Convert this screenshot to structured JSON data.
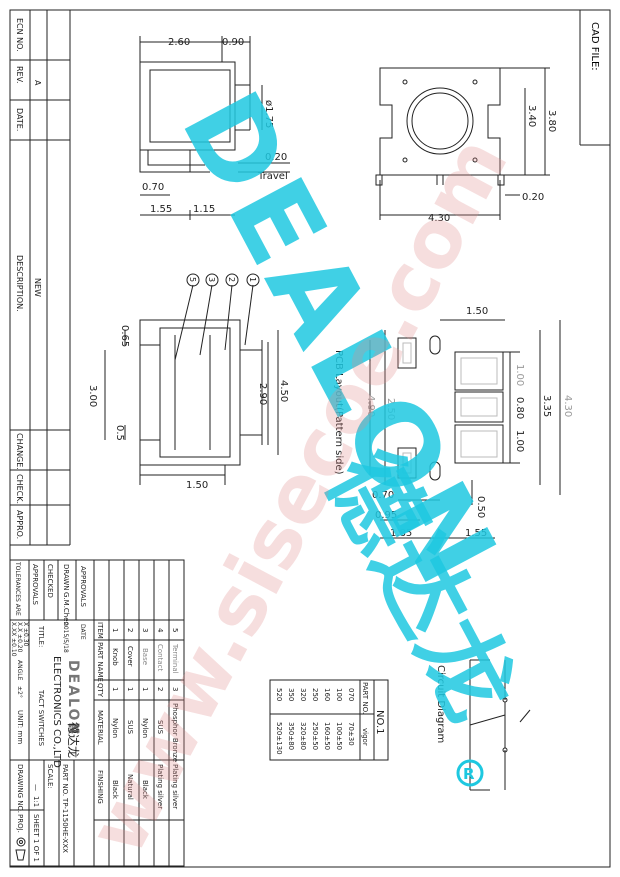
{
  "header": {
    "cad_file": "CAD FILE:"
  },
  "revision_block": {
    "ecn_label": "ECN NO.",
    "rev_label": "REV.",
    "rev_value": "A",
    "date_label": "DATE.",
    "new_label": "NEW",
    "description_label": "DESCRIPTION.",
    "change_label": "CHANGE.",
    "check_label": "CHECK.",
    "appro_label": "APPRO."
  },
  "top_view": {
    "dims": [
      "2.60",
      "0.90",
      "ø1.75",
      "0.20",
      "0.70",
      "1.55",
      "1.15"
    ],
    "travel_label": "Travel"
  },
  "front_view": {
    "dims": [
      "3.40",
      "3.80",
      "4.30",
      "0.20"
    ]
  },
  "side_view": {
    "callouts": [
      "5",
      "3",
      "2",
      "1"
    ],
    "dims": [
      "0.65",
      "3.00",
      "0.5",
      "2.90",
      "4.50",
      "1.50"
    ]
  },
  "pcb_layout": {
    "title": "PCB Layout(Pattern side)",
    "dims": [
      "1.50",
      "1.00",
      "0.80",
      "1.00",
      "3.35",
      "4.30",
      "4.90",
      "2.50",
      "0.70",
      "0.50",
      "0.95",
      "1.85",
      "1.55"
    ]
  },
  "circuit": {
    "title": "Circuit Diagram"
  },
  "vigor_table": {
    "title": "NO.1",
    "headers": [
      "PART NO.",
      "vigor"
    ],
    "rows": [
      [
        "070",
        "70±30"
      ],
      [
        "100",
        "100±50"
      ],
      [
        "160",
        "160±50"
      ],
      [
        "250",
        "250±50"
      ],
      [
        "320",
        "320±80"
      ],
      [
        "350",
        "350±80"
      ],
      [
        "520",
        "520±130"
      ]
    ]
  },
  "bom": {
    "headers": [
      "ITEM",
      "PART NAME",
      "QTY",
      "MATERIAL",
      "FINSHING"
    ],
    "rows": [
      {
        "item": "5",
        "name": "Terminal",
        "qty": "3",
        "material": "Phosphor Bronze",
        "finish": "Plating silver"
      },
      {
        "item": "4",
        "name": "Contact",
        "qty": "2",
        "material": "SUS",
        "finish": "Plating silver"
      },
      {
        "item": "3",
        "name": "Base",
        "qty": "1",
        "material": "Nylon",
        "finish": "Black"
      },
      {
        "item": "2",
        "name": "Cover",
        "qty": "1",
        "material": "SUS",
        "finish": "Natural"
      },
      {
        "item": "1",
        "name": "Knob",
        "qty": "1",
        "material": "Nylon",
        "finish": "Black"
      }
    ]
  },
  "title_block": {
    "approvals": "APPROVALS",
    "drawn": "DRAWN",
    "drawn_by": "G.M.Chen",
    "date_label": "DATE",
    "date_value": "2015/5/18",
    "checked": "CHECKED",
    "approvals2": "APPROVALS",
    "tolerances": "TOLERANCES ARE",
    "tol_rows": [
      "X ±0.30",
      "X.X ±0.20",
      "X.XX ±0.10"
    ],
    "angle_label": "ANGLE",
    "angle_value": "±2°",
    "company": "ELECTRONICS CO.,LTD",
    "logo_text": "DEALON",
    "logo_cn": "德达龙",
    "title_label": "TITLE:",
    "title_value": "TACT SWITCHES",
    "part_no_label": "PART NO.",
    "part_no_value": "TP-1150HE-XXX",
    "unit": "UNIT: mm",
    "scale_label": "SCALE:",
    "scale_value": "1:1",
    "sheet": "SHEET 1 OF 1",
    "drawing_no": "DRAWING NO.",
    "drawing_no_value": "—",
    "proj": "PROJ."
  },
  "watermark": {
    "brand": "DEALON",
    "cn": "德达龙",
    "url": "www.sisecoe.com",
    "reg": "R"
  }
}
